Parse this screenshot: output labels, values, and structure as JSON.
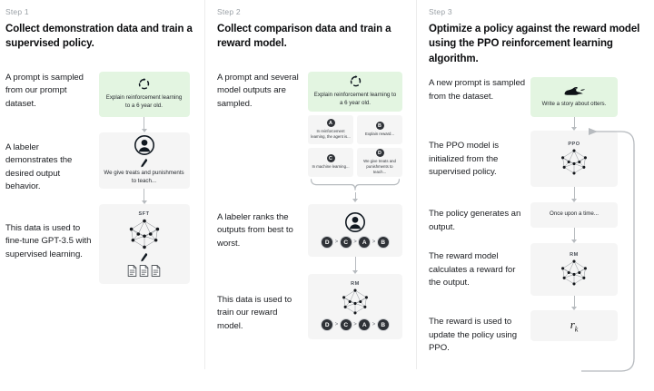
{
  "diagram": {
    "title": "RLHF three-step training methodology",
    "accent_green": "#e3f5e1",
    "card_gray": "#f5f5f5",
    "arrow_gray": "#b7bbbf"
  },
  "steps": [
    {
      "label": "Step 1",
      "title": "Collect demonstration data and train a supervised policy.",
      "captions": [
        "A prompt is sampled from our prompt dataset.",
        "A labeler demonstrates the desired output behavior.",
        "This data is used to fine-tune GPT-3.5 with supervised learning."
      ],
      "prompt_card": {
        "icon": "recycle-icon",
        "text": "Explain reinforcement learning to a 6 year old."
      },
      "labeler_card": {
        "icon": "person-icon",
        "pencil": "pencil-icon",
        "text": "We give treats and punishments to teach..."
      },
      "model_card": {
        "label": "SFT",
        "icon": "neural-network-icon",
        "pencil": "pencil-icon",
        "docs": "document-icon"
      }
    },
    {
      "label": "Step 2",
      "title": "Collect comparison data and train a reward model.",
      "captions": [
        "A prompt and several model outputs are sampled.",
        "A labeler ranks the outputs from best to worst.",
        "This data is used to train our reward model."
      ],
      "prompt_card": {
        "icon": "recycle-icon",
        "text": "Explain reinforcement learning to a 6 year old."
      },
      "options": [
        {
          "badge": "A",
          "text": "In reinforcement learning, the agent is..."
        },
        {
          "badge": "B",
          "text": "Explain reward..."
        },
        {
          "badge": "C",
          "text": "In machine learning..."
        },
        {
          "badge": "D",
          "text": "We give treats and punishments to teach..."
        }
      ],
      "ranking": [
        "D",
        "C",
        "A",
        "B"
      ],
      "labeler_card": {
        "icon": "person-icon"
      },
      "model_card": {
        "label": "RM",
        "icon": "neural-network-icon",
        "ranking": [
          "D",
          "C",
          "A",
          "B"
        ]
      }
    },
    {
      "label": "Step 3",
      "title": "Optimize a policy against the reward model using the PPO reinforcement learning algorithm.",
      "captions": [
        "A new prompt is sampled from the dataset.",
        "The PPO model is initialized from the supervised policy.",
        "The policy generates an output.",
        "The reward model calculates a reward for the output.",
        "The reward is used to update the policy using PPO."
      ],
      "prompt_card": {
        "icon": "otter-icon",
        "text": "Write a story about otters."
      },
      "ppo_card": {
        "label": "PPO",
        "icon": "neural-network-icon"
      },
      "output_card": {
        "text": "Once upon a time..."
      },
      "rm_card": {
        "label": "RM",
        "icon": "neural-network-icon"
      },
      "reward_card": {
        "symbol": "r",
        "subscript": "k"
      }
    }
  ]
}
